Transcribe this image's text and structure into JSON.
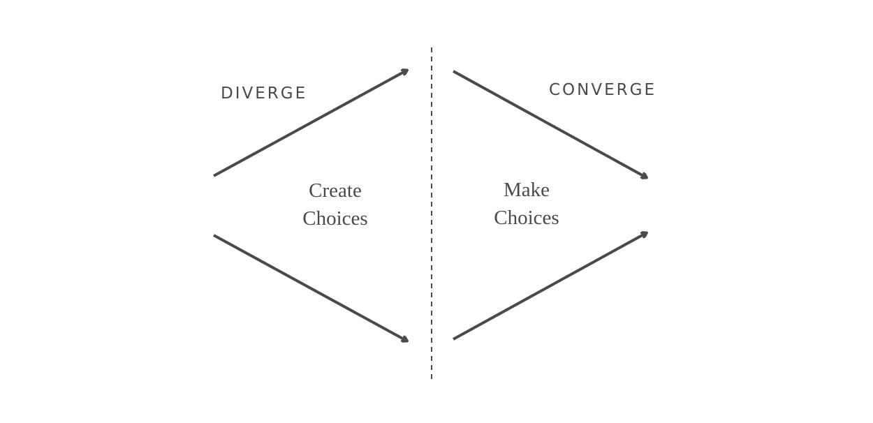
{
  "diagram": {
    "left_heading": "DIVERGE",
    "right_heading": "CONVERGE",
    "left_caption": [
      "Create",
      "Choices"
    ],
    "right_caption": [
      "Make",
      "Choices"
    ],
    "colors": {
      "line": "#4a4a4a",
      "text": "#4a4a4a",
      "background": "#ffffff"
    }
  }
}
